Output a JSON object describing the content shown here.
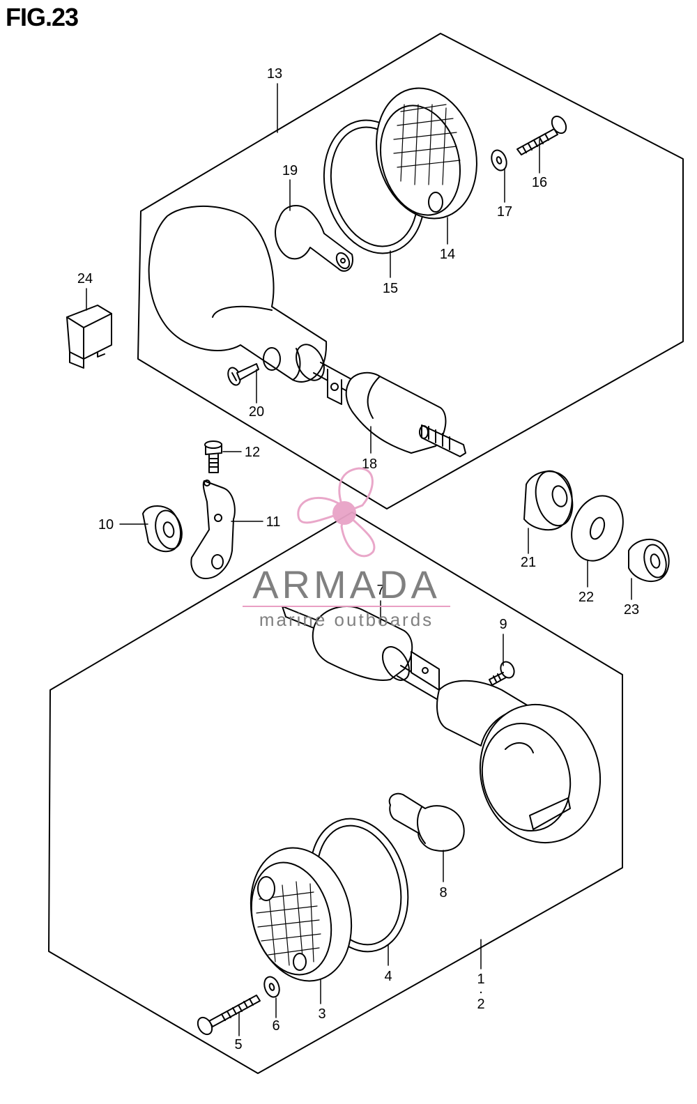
{
  "figure": {
    "title": "FIG.23"
  },
  "watermark": {
    "brand": "ARMADA",
    "tagline": "marine outboards",
    "colors": {
      "propeller": "#e8a3c7",
      "text": "#7a7a7a",
      "rule": "#e89ac0"
    }
  },
  "callouts": [
    {
      "id": "13",
      "label": "13"
    },
    {
      "id": "19",
      "label": "19"
    },
    {
      "id": "16",
      "label": "16"
    },
    {
      "id": "17",
      "label": "17"
    },
    {
      "id": "14",
      "label": "14"
    },
    {
      "id": "15",
      "label": "15"
    },
    {
      "id": "24",
      "label": "24"
    },
    {
      "id": "20",
      "label": "20"
    },
    {
      "id": "18",
      "label": "18"
    },
    {
      "id": "12",
      "label": "12"
    },
    {
      "id": "10",
      "label": "10"
    },
    {
      "id": "11",
      "label": "11"
    },
    {
      "id": "21",
      "label": "21"
    },
    {
      "id": "22",
      "label": "22"
    },
    {
      "id": "23",
      "label": "23"
    },
    {
      "id": "7",
      "label": "7"
    },
    {
      "id": "9",
      "label": "9"
    },
    {
      "id": "8",
      "label": "8"
    },
    {
      "id": "4",
      "label": "4"
    },
    {
      "id": "3",
      "label": "3"
    },
    {
      "id": "6",
      "label": "6"
    },
    {
      "id": "5",
      "label": "5"
    },
    {
      "id": "1",
      "label": "1"
    },
    {
      "id": "2",
      "label": "2"
    }
  ],
  "colors": {
    "line": "#000000",
    "background": "#ffffff"
  }
}
